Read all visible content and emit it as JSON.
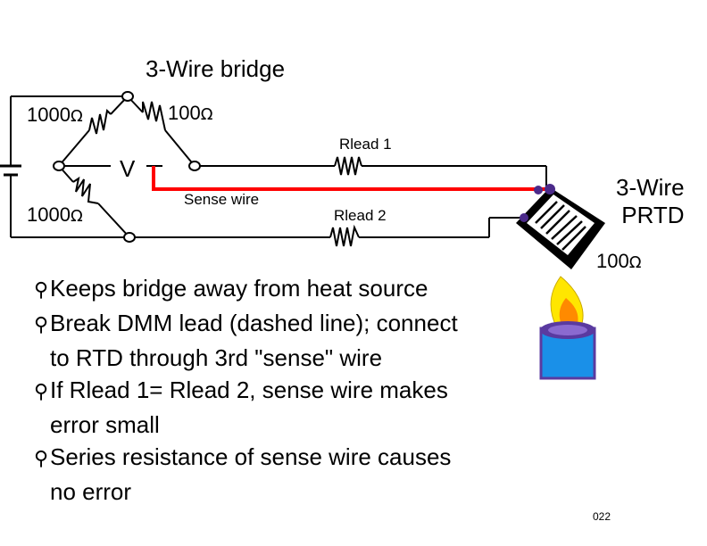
{
  "title": "3-Wire bridge",
  "labels": {
    "r_top_left": "1000",
    "r_top_right": "100",
    "r_bottom_left": "1000",
    "ohm_symbol": "Ω",
    "voltmeter": "V",
    "sense_wire": "Sense wire",
    "rlead1": "Rlead 1",
    "rlead2": "Rlead 2",
    "prtd_line1": "3-Wire",
    "prtd_line2": "PRTD",
    "prtd_value": "100"
  },
  "bullets": [
    {
      "mark": "⚲",
      "line1": "Keeps bridge away from heat source",
      "line2": ""
    },
    {
      "mark": "⚲",
      "line1": "Break DMM lead (dashed line); connect",
      "line2": "to RTD through 3rd \"sense\" wire"
    },
    {
      "mark": "⚲",
      "line1": "If Rlead 1= Rlead 2, sense wire makes",
      "line2": "error small"
    },
    {
      "mark": "⚲",
      "line1": "Series resistance of sense wire causes",
      "line2": "no error"
    }
  ],
  "page_number": "022",
  "colors": {
    "wire": "#000000",
    "sense_wire": "#ff0000",
    "node_fill": "#ffffff",
    "rtd_body": "#000000",
    "rtd_node": "#4b2a8a",
    "flame_outer": "#ffe600",
    "flame_inner": "#ff8a00",
    "beaker_fill": "#1a90e8",
    "beaker_rim": "#5a3aa0"
  }
}
